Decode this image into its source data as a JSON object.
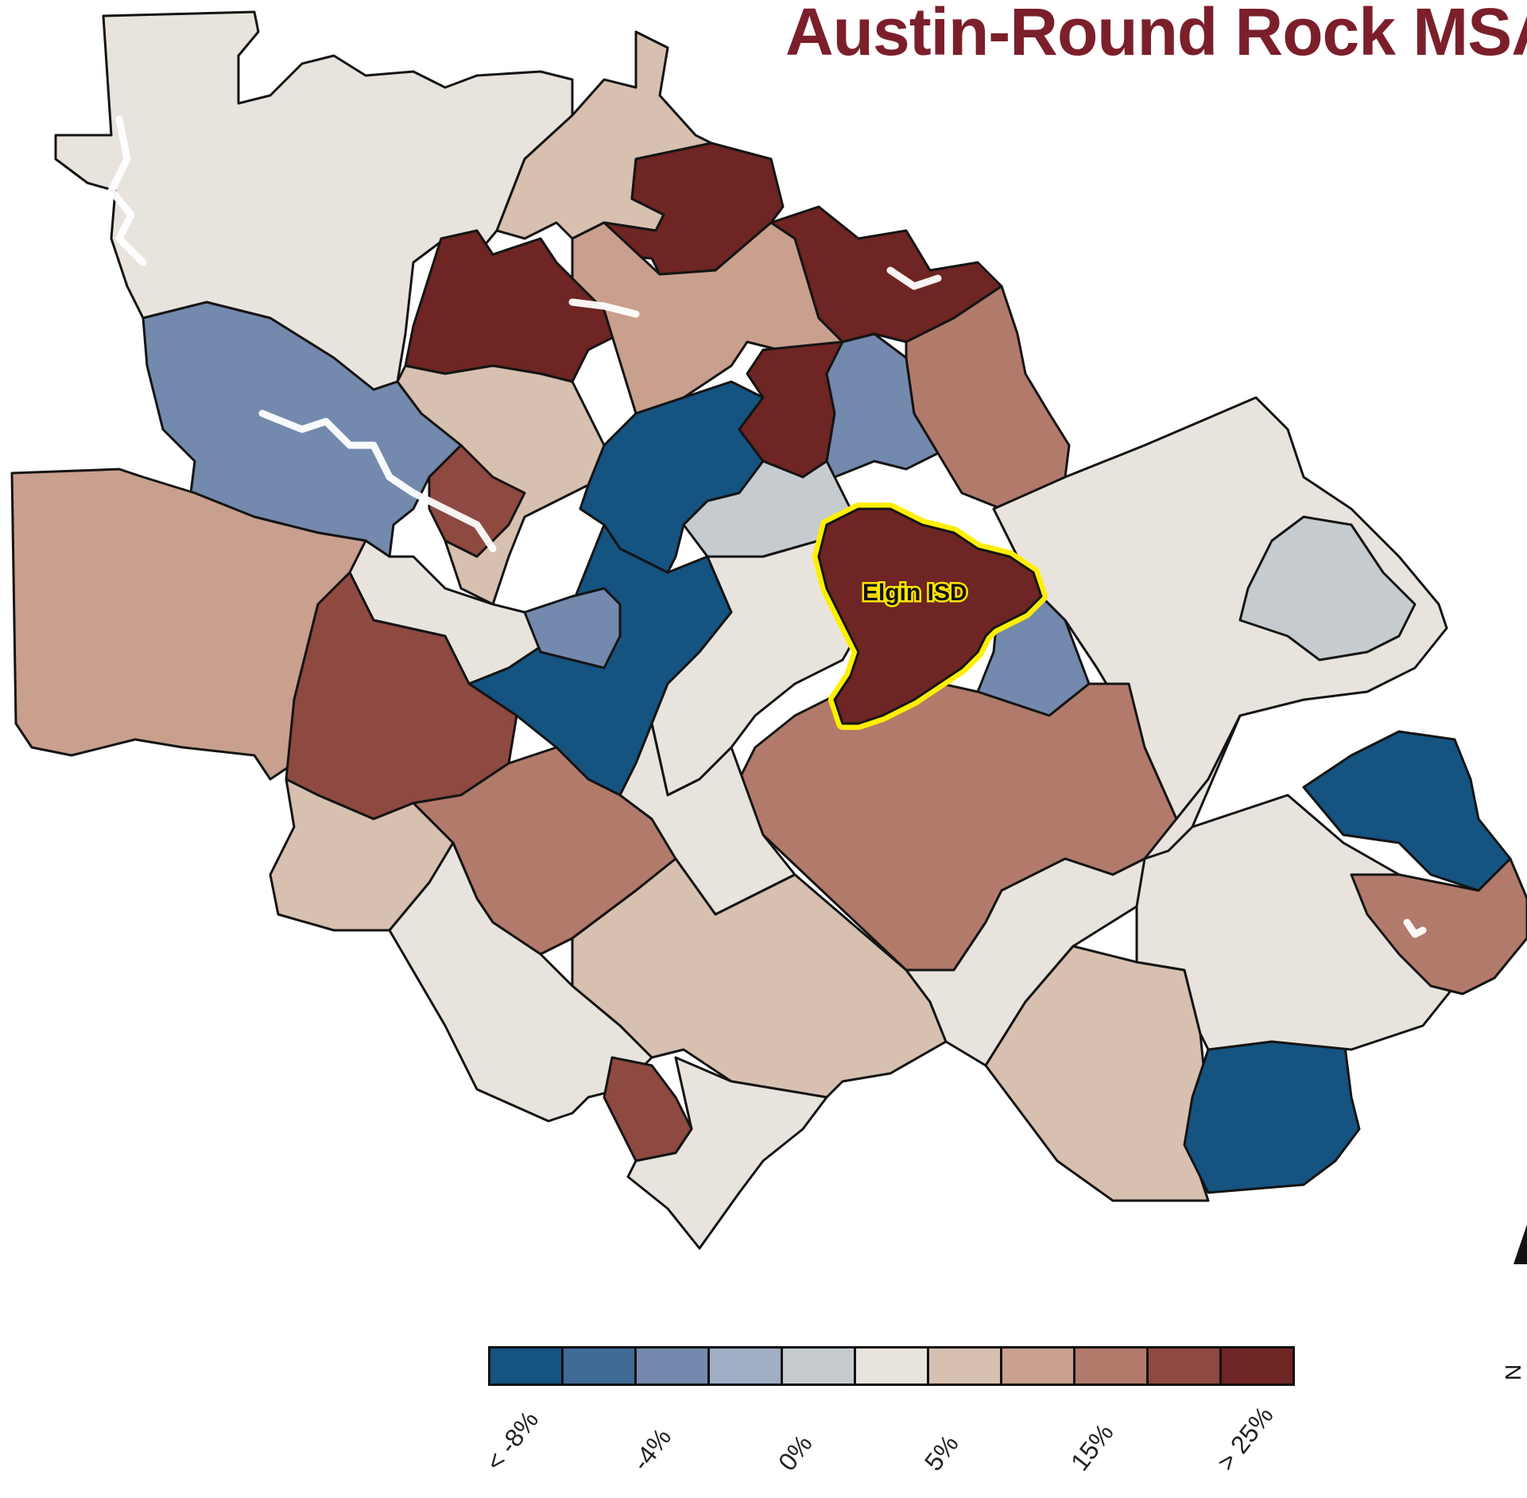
{
  "title": "Austin-Round Rock MSA",
  "highlight_label": "Elgin ISD",
  "compass_letter": "N",
  "legend": {
    "swatches": [
      "#155381",
      "#3f6a96",
      "#7389ad",
      "#a0aec3",
      "#c6cbcf",
      "#e8e4dd",
      "#d7c0b0",
      "#c99f8d",
      "#b27a6b",
      "#8e4940",
      "#6e2523"
    ],
    "ticks": [
      "< -8%",
      "-4%",
      "0%",
      "5%",
      "15%",
      "> 25%"
    ]
  },
  "colors": {
    "highlight": "#ffef00",
    "title": "#7b1f2b"
  }
}
